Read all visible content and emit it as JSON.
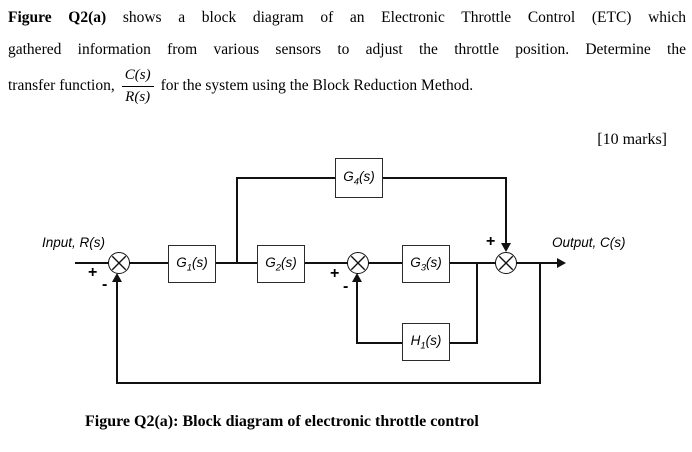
{
  "question": {
    "line1_bold": "Figure Q2(a)",
    "line1_rest": " shows a block diagram of an Electronic Throttle Control (ETC) which",
    "line2": "gathered information from various sensors to adjust the throttle position. Determine the",
    "line3_prefix": "transfer function,",
    "fraction": {
      "numerator": "C(s)",
      "denominator": "R(s)"
    },
    "line3_suffix": "for the system using the Block Reduction Method.",
    "marks": "[10 marks]"
  },
  "diagram": {
    "input_label": "Input, R(s)",
    "output_label": "Output, C(s)",
    "blocks": {
      "g1": {
        "name": "G",
        "sub": "1",
        "arg": "(s)"
      },
      "g2": {
        "name": "G",
        "sub": "2",
        "arg": "(s)"
      },
      "g3": {
        "name": "G",
        "sub": "3",
        "arg": "(s)"
      },
      "g4": {
        "name": "G",
        "sub": "4",
        "arg": "(s)"
      },
      "h1": {
        "name": "H",
        "sub": "1",
        "arg": "(s)"
      }
    },
    "signs": {
      "sum1_plus": "+",
      "sum1_minus": "-",
      "sum2_plus": "+",
      "sum2_minus": "-",
      "sum3_plus": "+"
    }
  },
  "caption": "Figure Q2(a): Block diagram of electronic throttle control",
  "colors": {
    "line": "#111111",
    "box_border": "#2b2b2b",
    "background": "#ffffff",
    "text": "#000000"
  }
}
